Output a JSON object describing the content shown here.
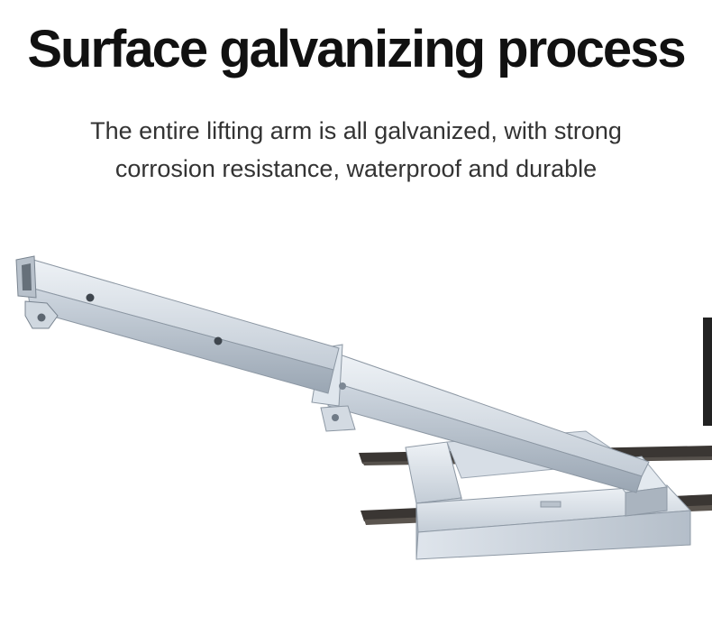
{
  "title": "Surface galvanizing process",
  "subtitle": {
    "line1": "The entire lifting arm is all galvanized, with strong",
    "line2": "corrosion resistance, waterproof and durable"
  },
  "colors": {
    "background": "#ffffff",
    "title": "#111111",
    "text": "#333333",
    "galvanized_steel": "#c9d1da"
  }
}
